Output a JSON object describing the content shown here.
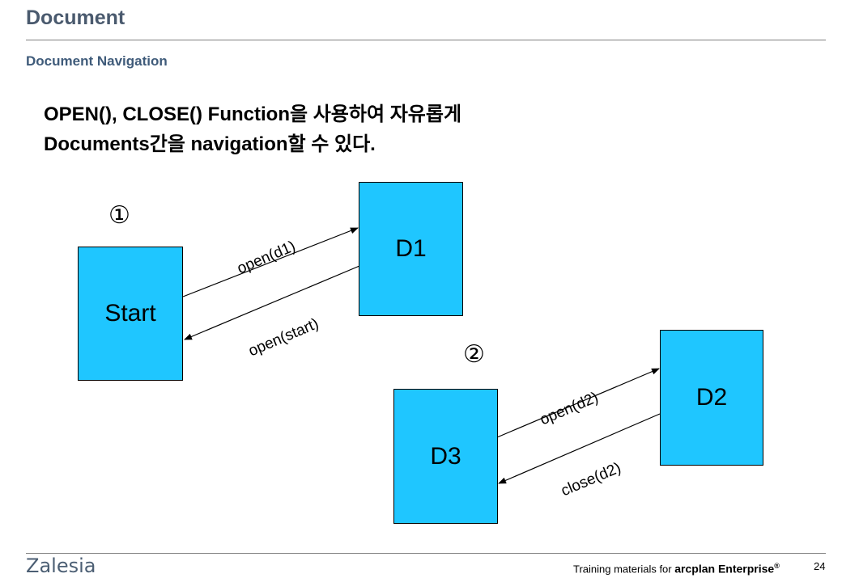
{
  "header": {
    "title": "Document",
    "subtitle": "Document Navigation"
  },
  "heading": {
    "line1": "OPEN(), CLOSE() Function을 사용하여 자유롭게",
    "line2": "Documents간을 navigation할 수 있다."
  },
  "diagram": {
    "step1": "①",
    "step2": "②",
    "boxes": {
      "start": "Start",
      "d1": "D1",
      "d2": "D2",
      "d3": "D3"
    },
    "arrows": {
      "open_d1": "open(d1)",
      "open_start": "open(start)",
      "open_d2": "open(d2)",
      "close_d2": "close(d2)"
    }
  },
  "footer": {
    "logo": "Zalesia",
    "prefix": "Training  materials for",
    "product": "arcplan Enterprise",
    "reg": "®",
    "page": "24"
  },
  "colors": {
    "box_fill": "#1fc6ff",
    "title": "#4a5a6e",
    "subtitle": "#3f5b7a"
  }
}
